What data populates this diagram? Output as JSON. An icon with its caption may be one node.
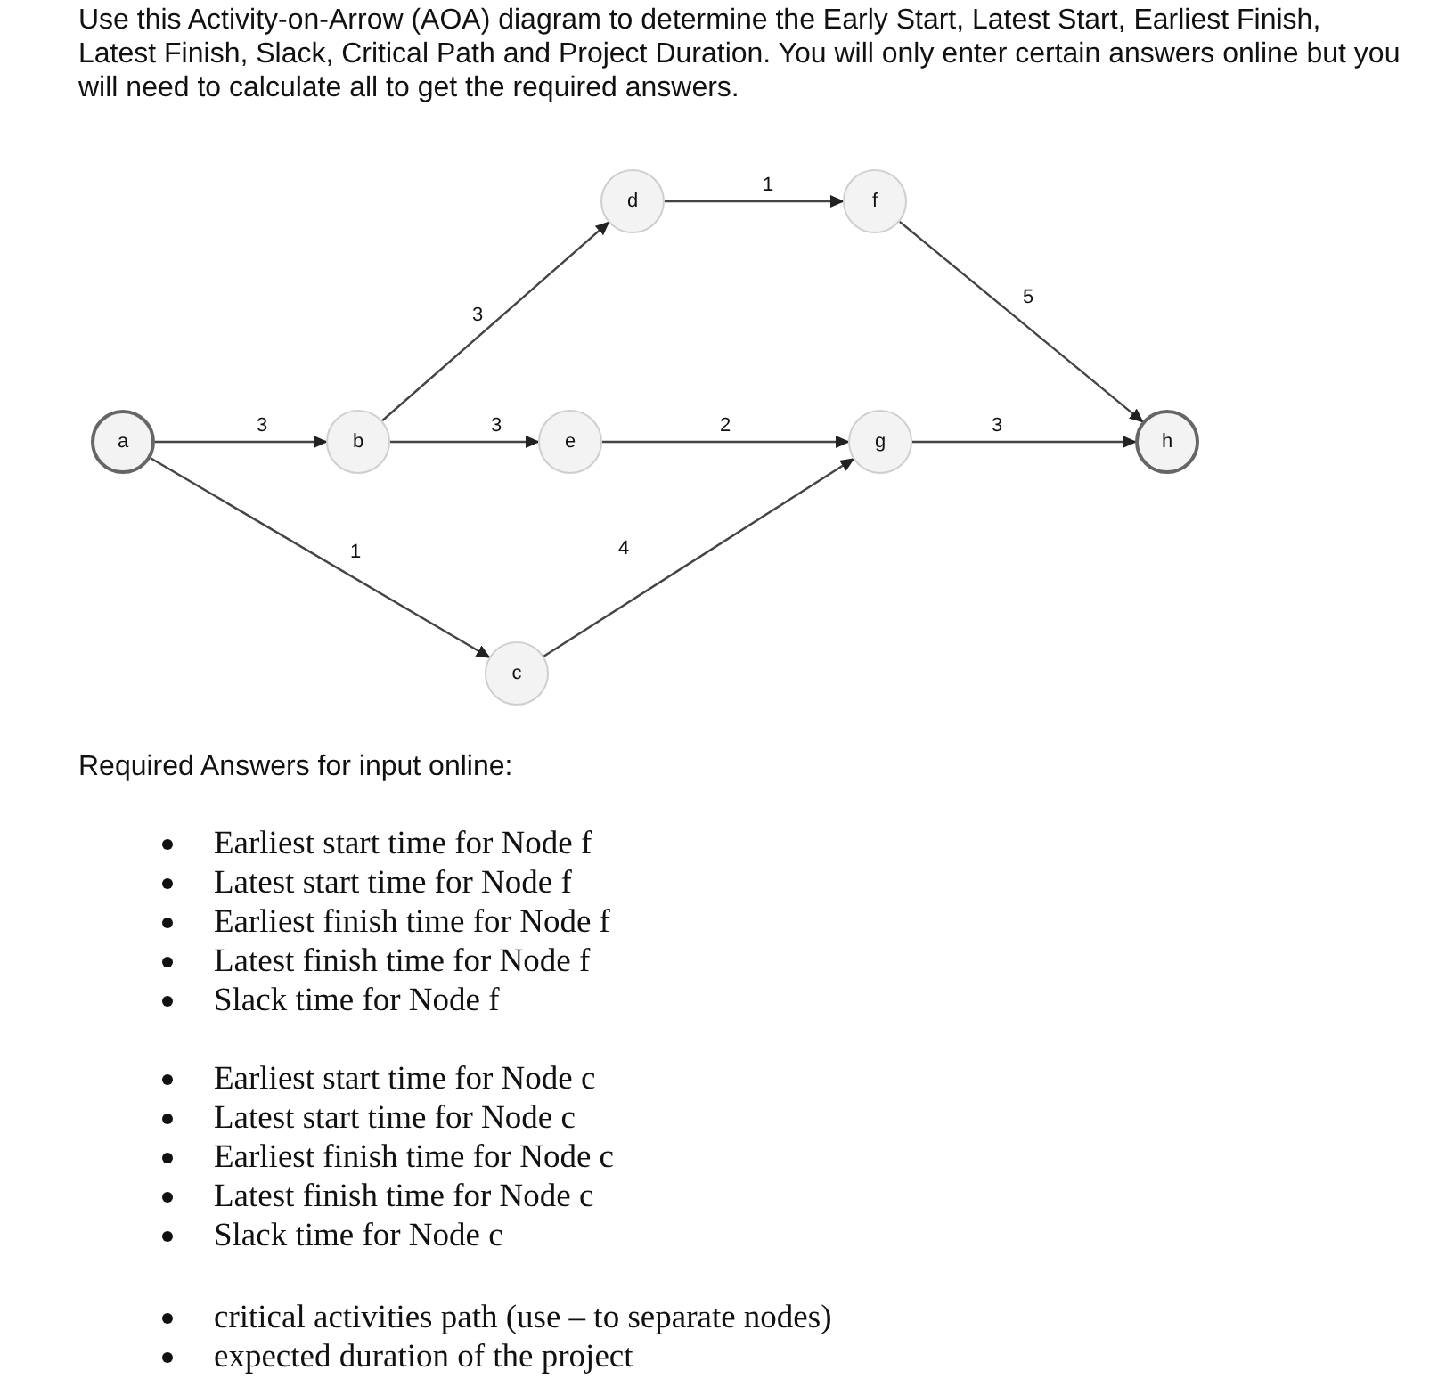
{
  "diagram": {
    "nodes": [
      {
        "text": [
          "a"
        ]
      },
      {
        "text": [
          "b"
        ]
      },
      {
        "text": [
          "c"
        ]
      },
      {
        "text": [
          "d"
        ]
      },
      {
        "text": [
          "e"
        ]
      },
      {
        "text": [
          "f"
        ]
      },
      {
        "text": [
          "g"
        ]
      },
      {
        "text": [
          "h"
        ]
      }
    ],
    "edges": [
      {
        "from": 0,
        "to": 1,
        "arrow": "to",
        "label": "3"
      },
      {
        "from": 1,
        "to": 3,
        "arrow": "to",
        "label": "3"
      },
      {
        "from": 1,
        "to": 4,
        "arrow": "to",
        "label": "3"
      },
      {
        "from": 0,
        "to": 2,
        "arrow": "to",
        "label": "1"
      },
      {
        "from": 3,
        "to": 5,
        "arrow": "to",
        "label": "1"
      },
      {
        "from": 4,
        "to": 6,
        "arrow": "to",
        "label": "2"
      },
      {
        "from": 2,
        "to": 6,
        "arrow": "to",
        "label": "4"
      },
      {
        "from": 5,
        "to": 7,
        "arrow": "to",
        "label": "5"
      },
      {
        "from": 6,
        "to": 7,
        "arrow": "to",
        "label": "3"
      }
    ],
    "labels": [
      "Use this Activity-on-Arrow (AOA) diagram to determine the Early Start, Latest Start, Earliest Finish, Latest Finish, Slack, Critical Path and Project Duration.  You will only enter certain answers online but you will need to calculate all to get the required answers.",
      "Required Answers for input online:",
      "Earliest start time for Node f",
      "Latest start time for Node f",
      "Earliest finish time for Node f",
      "Latest finish time for Node f",
      "Slack time for Node f",
      "Earliest start time for Node c",
      "Latest start time for Node c",
      "Earliest finish time for Node c",
      "Latest finish time for Node c",
      "Slack time for Node c",
      "critical activities path (use – to separate nodes)",
      "expected duration of the project"
    ]
  }
}
